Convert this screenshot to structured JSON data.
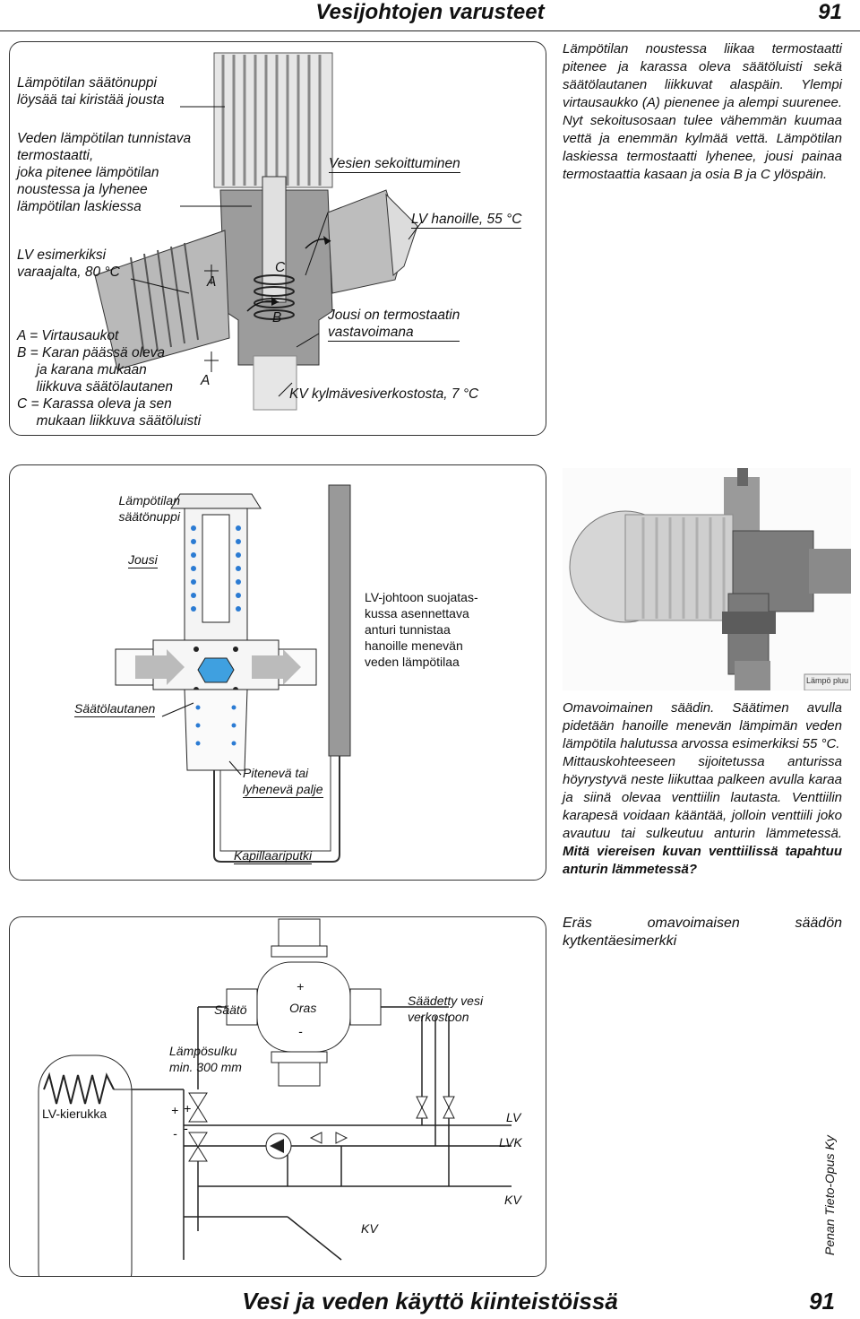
{
  "header": {
    "title": "Vesijohtojen varusteet",
    "page": "91"
  },
  "fig1": {
    "label_knob": "Lämpötilan säätönuppi\nlöysää tai kiristää jousta",
    "label_thermostat": "Veden lämpötilan tunnistava termostaatti,\njoka pitenee lämpötilan\nnoustessa ja lyhenee\nlämpötilan laskiessa",
    "label_mixing": "Vesien sekoittuminen",
    "label_out": "LV hanoille, 55 °C",
    "label_in": "LV esimerkiksi\nvaraajalta, 80 °C",
    "label_a1": "A",
    "label_c": "C",
    "label_b": "B",
    "label_a2": "A",
    "label_spring": "Jousi on termostaatin\nvastavoimana",
    "label_cold": "KV kylmävesiverkostosta, 7 °C",
    "legend": "A = Virtausaukot\nB = Karan päässä oleva\n     ja karana mukaan\n     liikkuva säätölautanen\nC = Karassa oleva ja sen\n     mukaan liikkuva säätöluisti"
  },
  "text1": "Lämpötilan noustessa liikaa termostaatti pitenee ja karassa oleva säätöluisti sekä säätölautanen liikkuvat alaspäin. Ylempi virtausaukko (A) pienenee ja alempi suurenee. Nyt sekoitusosaan tulee vähemmän kuumaa vettä ja enemmän kylmää vettä. Lämpötilan laskiessa termostaatti lyhenee, jousi painaa termostaattia kasaan ja osia B ja C ylöspäin.",
  "fig2": {
    "label_knob": "Lämpötilan\nsäätönuppi",
    "label_spring": "Jousi",
    "label_sensor": "LV-johtoon suojatas-\nkussa asennettava\nanturi tunnistaa\nhanoille menevän\nveden lämpötilaa",
    "label_disc": "Säätölautanen",
    "label_bellows": "Pitenevä tai\nlyhenevä palje",
    "label_capillary": "Kapillaariputki"
  },
  "photo": {
    "tag": "Lämpö pluu"
  },
  "text2": {
    "p1": "Omavoimainen säädin. Säätimen avulla pidetään hanoille menevän lämpimän veden lämpötila halutussa arvossa esimerkiksi 55 °C.",
    "p2a": "Mittauskohteeseen sijoitetussa anturissa höyrystyvä neste liikuttaa palkeen avulla karaa ja siinä olevaa venttiilin lautasta. Venttiilin karapesä voidaan kääntää, jolloin venttiili joko avautuu tai sulkeutuu anturin lämmetessä. ",
    "p2b": "Mitä viereisen kuvan venttiilissä tapahtuu anturin lämmetessä?"
  },
  "fig3": {
    "caption": "Eräs omavoimaisen säädön kytkentäesimerkki",
    "label_saato": "Säätö",
    "label_oras": "Oras",
    "label_plus": "+",
    "label_minus": "-",
    "label_regulated": "Säädetty vesi\nverkostoon",
    "label_heatlock": "Lämpösulku\nmin. 300 mm",
    "label_coil": "LV-kierukka",
    "label_plus2": "+",
    "label_minus2": "-",
    "label_lv": "LV",
    "label_lvk": "LVK",
    "label_kv": "KV",
    "label_kv2": "KV"
  },
  "footer": {
    "title": "Vesi ja veden käyttö kiinteistöissä",
    "page": "91",
    "publisher": "Penan Tieto-Opus Ky"
  }
}
